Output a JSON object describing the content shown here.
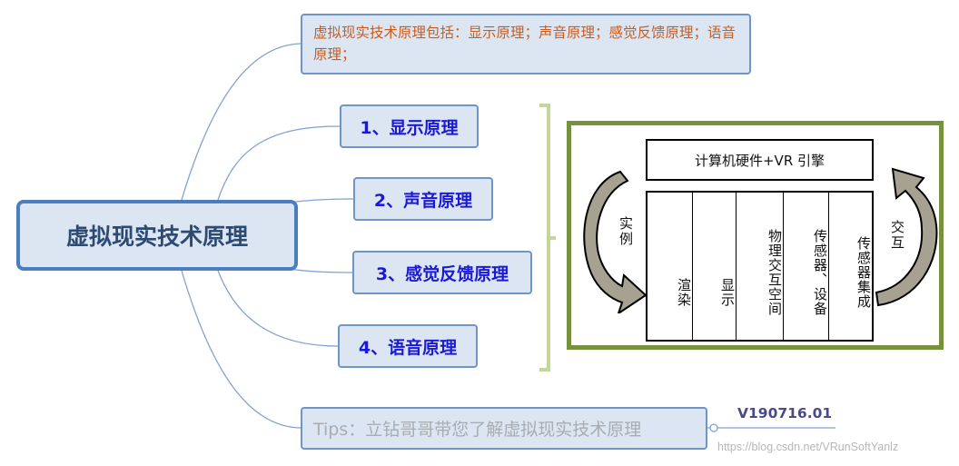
{
  "root": {
    "label": "虚拟现实技术原理"
  },
  "summary": {
    "text": "虚拟现实技术原理包括：显示原理；声音原理；感觉反馈原理；语音原理；"
  },
  "branches": [
    {
      "label": "1、显示原理"
    },
    {
      "label": "2、声音原理"
    },
    {
      "label": "3、感觉反馈原理"
    },
    {
      "label": "4、语音原理"
    }
  ],
  "tips": {
    "text": "Tips：立钻哥哥带您了解虚拟现实技术原理"
  },
  "version": "V190716.01",
  "watermark": "https://blog.csdn.net/VRunSoftYanlz",
  "vr_diagram": {
    "engine": "计算机硬件+VR 引擎",
    "columns": [
      "渲染",
      "显示",
      "物理交互空间",
      "传感器、设备",
      "传感器集成"
    ],
    "left_label": "实例",
    "right_label": "交互"
  },
  "colors": {
    "node_fill": "#dce6f2",
    "node_border": "#6f94c6",
    "branch_text": "#1a1ad6",
    "summary_text": "#cc5c1c",
    "frame": "#77923c",
    "bracket": "#c4d79b"
  }
}
